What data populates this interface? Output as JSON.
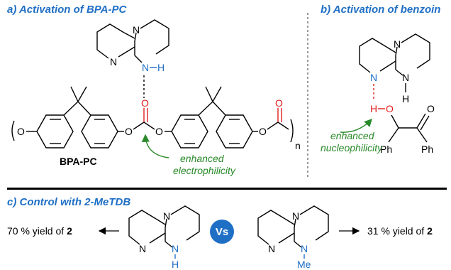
{
  "sections": {
    "a_title": "a) Activation of BPA-PC",
    "b_title": "b) Activation of benzoin",
    "c_title": "c) Control with 2-MeTDB"
  },
  "panel_a": {
    "atom_N": "N",
    "atom_NH_N": "N",
    "atom_H": "H",
    "atom_O_carbonyl": "O",
    "atom_O1": "O",
    "atom_O2": "O",
    "atom_O3": "O",
    "atom_O4": "O",
    "atom_O5": "O",
    "polymer_n": "n",
    "polymer_label": "BPA-PC",
    "note_line1": "enhanced",
    "note_line2": "electrophilicity"
  },
  "panel_b": {
    "atom_N_top": "N",
    "atom_N_imine": "N",
    "atom_NH_N": "N",
    "atom_NH_H": "H",
    "atom_H_bond": "H",
    "atom_O_hydroxyl": "O",
    "atom_O_ketone": "O",
    "ph1": "Ph",
    "ph2": "Ph",
    "note_line1": "enhanced",
    "note_line2": "nucleophilicity"
  },
  "panel_c": {
    "left_result_text": "70 % yield of ",
    "left_result_bold": "2",
    "right_result_text": "31 % yield of ",
    "right_result_bold": "2",
    "vs_label": "Vs",
    "tbd": {
      "N_top": "N",
      "N_imine": "N",
      "N_h": "N",
      "H": "H"
    },
    "metdb": {
      "N_top": "N",
      "N_imine": "N",
      "N_me": "N",
      "Me": "Me"
    }
  },
  "colors": {
    "section_blue": "#1f6fc5",
    "oxygen_red": "#e0201b",
    "note_green": "#2a8a2a",
    "vs_circle": "#1f6fc5"
  }
}
